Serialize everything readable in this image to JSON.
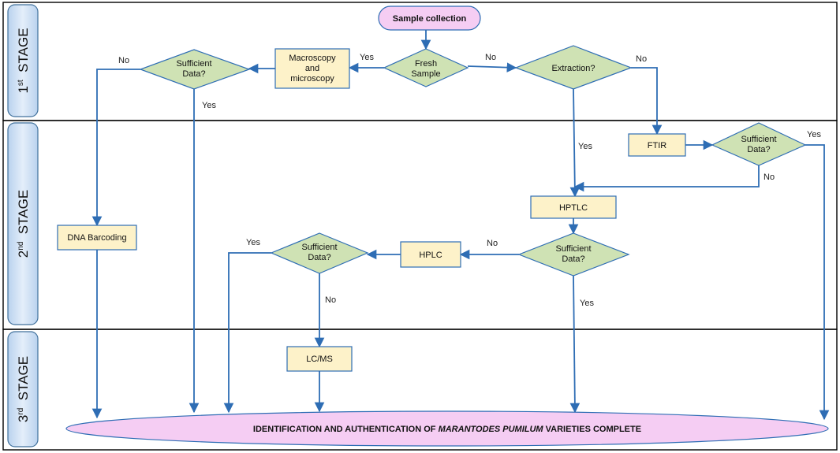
{
  "stages": [
    {
      "base": "1",
      "sup": "st",
      "word": "STAGE"
    },
    {
      "base": "2",
      "sup": "nd",
      "word": "STAGE"
    },
    {
      "base": "3",
      "sup": "rd",
      "word": "STAGE"
    }
  ],
  "nodes": {
    "sample": [
      "Sample collection"
    ],
    "fresh": [
      "Fresh",
      "Sample"
    ],
    "macro": [
      "Macroscopy",
      "and",
      "microscopy"
    ],
    "suff1": [
      "Sufficient",
      "Data?"
    ],
    "extraction": [
      "Extraction?"
    ],
    "ftir": [
      "FTIR"
    ],
    "suff2": [
      "Sufficient",
      "Data?"
    ],
    "hptlc": [
      "HPTLC"
    ],
    "suff3": [
      "Sufficient",
      "Data?"
    ],
    "hplc": [
      "HPLC"
    ],
    "suff4": [
      "Sufficient",
      "Data?"
    ],
    "dna": [
      "DNA Barcoding"
    ],
    "lcms": [
      "LC/MS"
    ]
  },
  "final": {
    "before": "IDENTIFICATION AND AUTHENTICATION OF ",
    "italic": "MARANTODES PUMILUM",
    "after": " VARIETIES COMPLETE"
  },
  "edge_labels": {
    "fresh_yes": "Yes",
    "fresh_no": "No",
    "suff1_no": "No",
    "suff1_yes": "Yes",
    "extraction_no": "No",
    "extraction_yes": "Yes",
    "suff2_yes": "Yes",
    "suff2_no": "No",
    "suff3_no": "No",
    "suff3_yes": "Yes",
    "suff4_yes": "Yes",
    "suff4_no": "No"
  },
  "colors": {
    "edge": "#2e6db4",
    "rect_fill": "#fdf2c9",
    "diamond_fill": "#cfe2b4",
    "pill_fill": "#f5cdf3",
    "stage_fill": "#cfe0f3"
  }
}
